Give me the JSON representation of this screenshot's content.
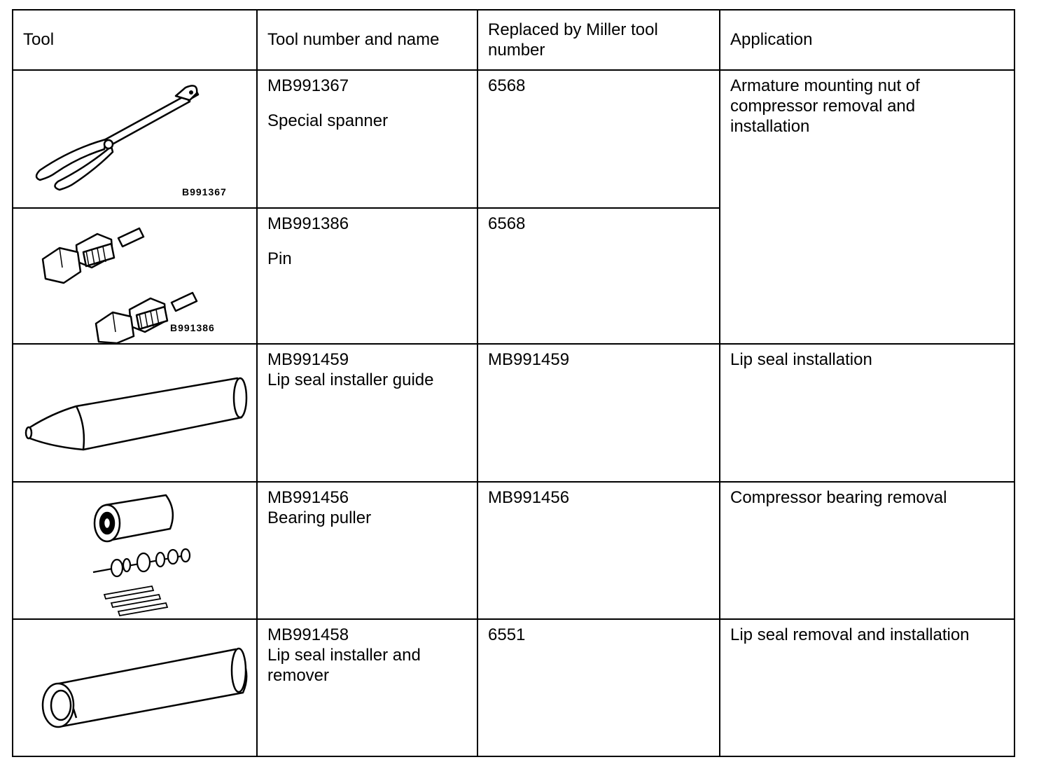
{
  "table": {
    "headers": {
      "tool": "Tool",
      "name": "Tool number and name",
      "miller": "Replaced by Miller tool number",
      "application": "Application"
    },
    "rows": [
      {
        "figure_code": "B991367",
        "tool_number": "MB991367",
        "tool_name": "Special spanner",
        "miller": "6568",
        "application": "Armature mounting nut of compressor removal and installation",
        "icon": "spanner-icon"
      },
      {
        "figure_code": "B991386",
        "tool_number": "MB991386",
        "tool_name": "Pin",
        "miller": "6568",
        "application": "",
        "icon": "pin-bolts-icon"
      },
      {
        "figure_code": "",
        "tool_number": "MB991459",
        "tool_name": "Lip seal installer guide",
        "miller": "MB991459",
        "application": "Lip seal installation",
        "icon": "installer-guide-icon"
      },
      {
        "figure_code": "",
        "tool_number": "MB991456",
        "tool_name": "Bearing puller",
        "miller": "MB991456",
        "application": "Compressor bearing removal",
        "icon": "bearing-puller-icon"
      },
      {
        "figure_code": "",
        "tool_number": "MB991458",
        "tool_name": "Lip seal installer and remover",
        "miller": "6551",
        "application": "Lip seal removal and installation",
        "icon": "installer-remover-icon"
      }
    ]
  }
}
